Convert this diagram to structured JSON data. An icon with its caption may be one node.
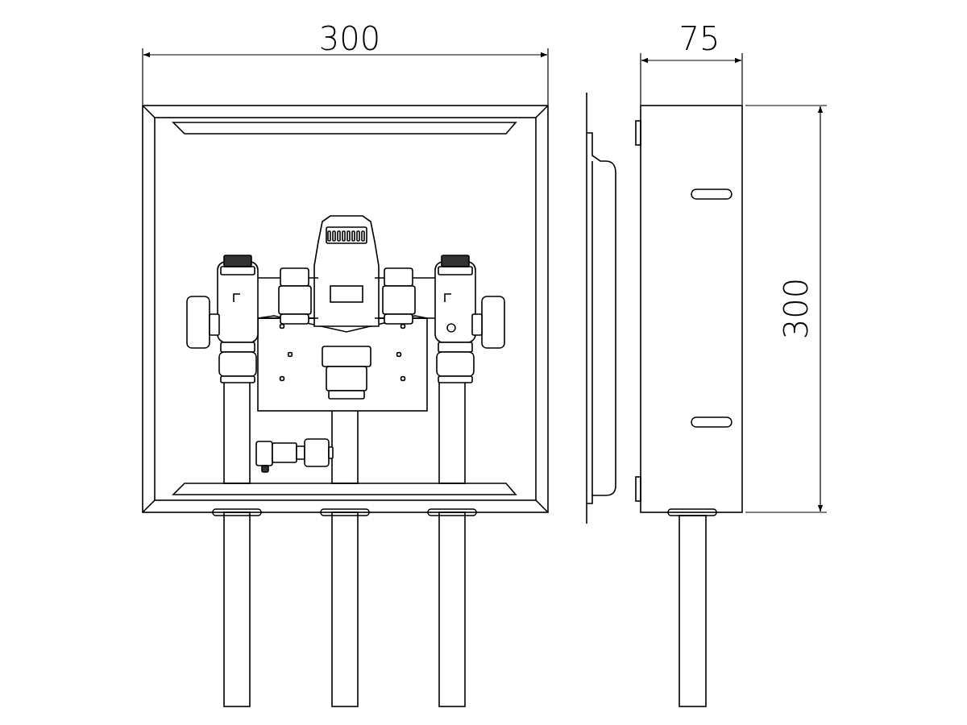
{
  "diagram": {
    "labels": [
      "300",
      "75",
      "300"
    ]
  }
}
